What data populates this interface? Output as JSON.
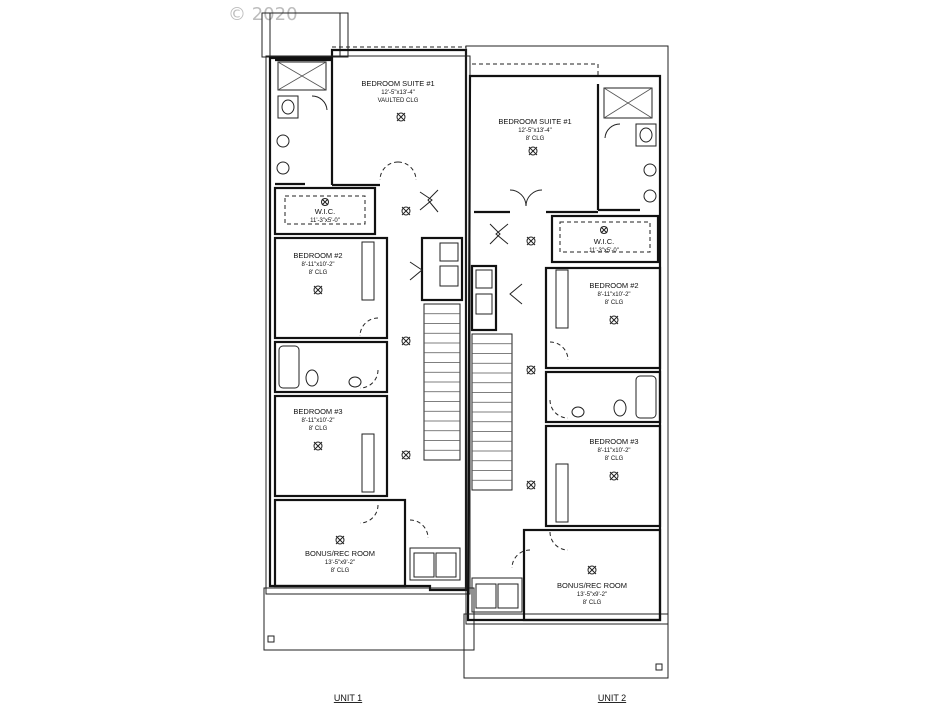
{
  "watermark": "© 2020",
  "unit1": {
    "label": "UNIT 1",
    "bedroom_suite": {
      "name": "BEDROOM SUITE #1",
      "dims": "12'-5\"x13'-4\"",
      "ceiling": "VAULTED CLG"
    },
    "wic": {
      "name": "W.I.C.",
      "dims": "11'-3\"x5'-0\""
    },
    "bedroom2": {
      "name": "BEDROOM #2",
      "dims": "8'-11\"x10'-2\"",
      "ceiling": "8' CLG"
    },
    "bedroom3": {
      "name": "BEDROOM #3",
      "dims": "8'-11\"x10'-2\"",
      "ceiling": "8' CLG"
    },
    "bonus": {
      "name": "BONUS/REC ROOM",
      "dims": "13'-5\"x9'-2\"",
      "ceiling": "8' CLG"
    }
  },
  "unit2": {
    "label": "UNIT 2",
    "bedroom_suite": {
      "name": "BEDROOM SUITE #1",
      "dims": "12'-5\"x13'-4\"",
      "ceiling": "8' CLG"
    },
    "wic": {
      "name": "W.I.C.",
      "dims": "11'-3\"x5'-0\""
    },
    "bedroom2": {
      "name": "BEDROOM #2",
      "dims": "8'-11\"x10'-2\"",
      "ceiling": "8' CLG"
    },
    "bedroom3": {
      "name": "BEDROOM #3",
      "dims": "8'-11\"x10'-2\"",
      "ceiling": "8' CLG"
    },
    "bonus": {
      "name": "BONUS/REC ROOM",
      "dims": "13'-5\"x9'-2\"",
      "ceiling": "8' CLG"
    }
  },
  "colors": {
    "line": "#111111",
    "background": "#ffffff",
    "watermark": "#bdbdbd"
  }
}
